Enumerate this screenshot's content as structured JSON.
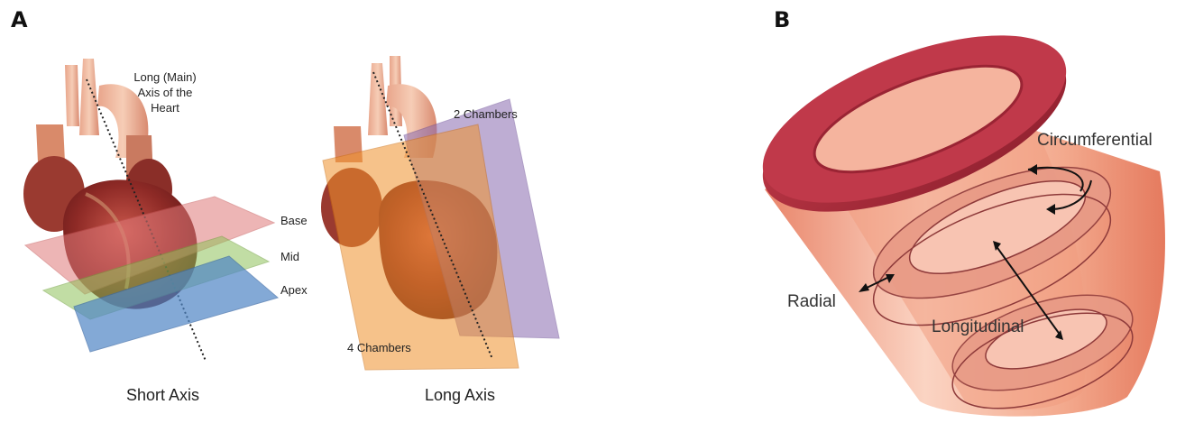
{
  "panels": {
    "a": "A",
    "b": "B"
  },
  "panel_a": {
    "short_axis": {
      "axis_label": [
        "Long (Main)",
        "Axis of the",
        "Heart"
      ],
      "planes": [
        "Base",
        "Mid",
        "Apex"
      ],
      "caption": "Short Axis"
    },
    "long_axis": {
      "planes": [
        "2 Chambers",
        "4 Chambers"
      ],
      "caption": "Long Axis"
    }
  },
  "panel_b": {
    "labels": {
      "circumferential": "Circumferential",
      "radial": "Radial",
      "longitudinal": "Longitudinal"
    }
  },
  "colors": {
    "base_plane": "#e07a7a",
    "mid_plane": "#8fc25a",
    "apex_plane": "#4f86c6",
    "four_chamber_plane": "#f0922c",
    "two_chamber_plane": "#8a6bb0",
    "ventricle_rim": "#b32d3c"
  }
}
